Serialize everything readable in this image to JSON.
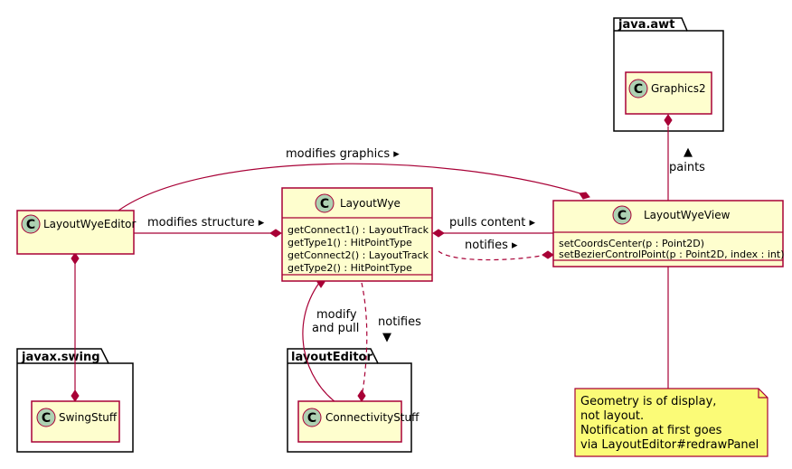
{
  "packages": {
    "java_awt": {
      "name": "java.awt"
    },
    "javax_swing": {
      "name": "javax.swing"
    },
    "layout_editor": {
      "name": "layoutEditor"
    }
  },
  "classes": {
    "graphics2": {
      "name": "Graphics2",
      "stereotype": "C"
    },
    "layout_wye_editor": {
      "name": "LayoutWyeEditor",
      "stereotype": "C"
    },
    "layout_wye": {
      "name": "LayoutWye",
      "stereotype": "C",
      "members": [
        "getConnect1() : LayoutTrack",
        "getType1() : HitPointType",
        "getConnect2() : LayoutTrack",
        "getType2() : HitPointType"
      ]
    },
    "layout_wye_view": {
      "name": "LayoutWyeView",
      "stereotype": "C",
      "members": [
        "setCoordsCenter(p : Point2D)",
        "setBezierControlPoint(p : Point2D, index : int)"
      ]
    },
    "swing_stuff": {
      "name": "SwingStuff",
      "stereotype": "C"
    },
    "connectivity_stuff": {
      "name": "ConnectivityStuff",
      "stereotype": "C"
    }
  },
  "relations": {
    "modifies_graphics": "modifies graphics ▸",
    "paints_arrow": "▲",
    "paints": "paints",
    "modifies_structure": "modifies structure ▸",
    "pulls_content": "pulls content ▸",
    "notifies_right": "notifies ▸",
    "modify": "modify",
    "and_pull": "and pull",
    "notifies_down": "notifies",
    "notifies_down_arrow": "▼"
  },
  "note": {
    "lines": [
      "Geometry is of display,",
      "not layout.",
      "Notification at first goes",
      "via LayoutEditor#redrawPanel"
    ]
  },
  "colors": {
    "class_fill": "#FEFECE",
    "border": "#A80036",
    "stereotype_circle": "#ADD1B2",
    "note_fill": "#FBFB77",
    "package_fill": "#FFFFFF"
  }
}
